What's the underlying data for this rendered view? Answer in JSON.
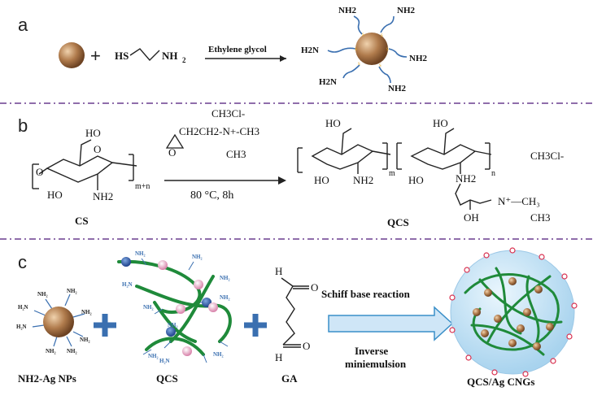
{
  "panels": {
    "a": {
      "letter": "a",
      "thiol_text": "HS",
      "amine_text": "NH",
      "amine_sub": "2",
      "arrow_label": "Ethylene glycol",
      "nh2_labels": [
        "NH2",
        "NH2",
        "H2N",
        "NH2",
        "H2N",
        "NH2"
      ]
    },
    "b": {
      "letter": "b",
      "reagent_top": "CH2CH2-N+-CH3",
      "ch3cl": "CH3Cl-",
      "ch3": "CH3",
      "conditions": "80 °C, 8h",
      "cs_label": "CS",
      "qcs_label": "QCS",
      "m_plus_n": "m+n",
      "m": "m",
      "n": "n",
      "oh": "OH",
      "ho": "HO",
      "nh2": "NH2"
    },
    "c": {
      "letter": "c",
      "reaction_1": "Schiff base reaction",
      "reaction_2": "Inverse",
      "reaction_3": "miniemulsion",
      "label_nps": "NH2-Ag NPs",
      "label_qcs": "QCS",
      "label_ga": "GA",
      "label_product": "QCS/Ag CNGs",
      "o_label": "O",
      "h_label": "H"
    }
  },
  "colors": {
    "divider": "#6a3d8f",
    "particle": "#b07b4c",
    "chain": "#1f8a3a",
    "wave": "#3a6fb0",
    "plus": "#3a6fb0",
    "arrow_fill": "#cfe6f7",
    "arrow_stroke": "#3a8fc8"
  }
}
